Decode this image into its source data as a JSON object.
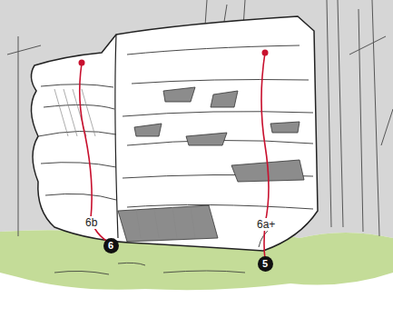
{
  "diagram": {
    "nodes": [
      {
        "text": [
          "6"
        ]
      },
      {
        "text": [
          "5"
        ]
      }
    ],
    "labels": [
      "6b",
      "6a+"
    ]
  }
}
